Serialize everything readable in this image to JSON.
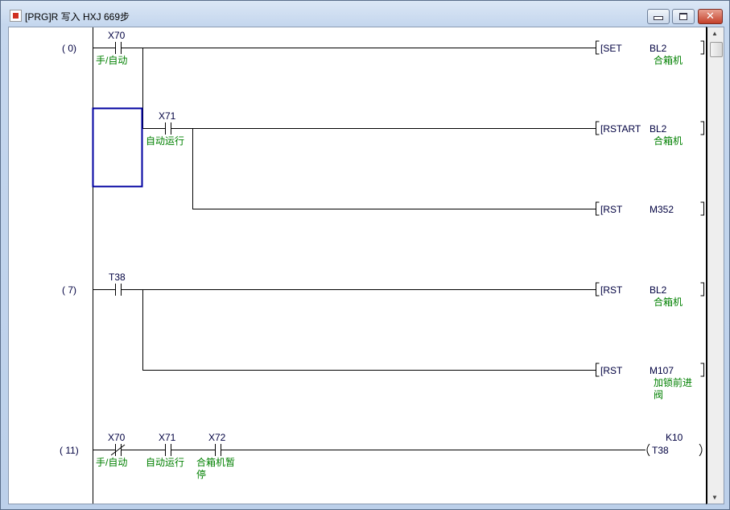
{
  "window": {
    "title": "[PRG]R 写入 HXJ 669步",
    "icon": "ladder-program-icon",
    "buttons": [
      "minimize",
      "maximize",
      "close"
    ],
    "close_label": "✕"
  },
  "rungs": [
    {
      "step": "(    0)",
      "contacts": [
        {
          "device": "X70",
          "comment": "手/自动",
          "type": "NO"
        }
      ],
      "outputs": [
        {
          "instr": "[SET",
          "operand": "BL2",
          "comment": "合箱机"
        }
      ]
    },
    {
      "contacts": [
        {
          "device": "X71",
          "comment": "自动运行",
          "type": "NO"
        }
      ],
      "outputs": [
        {
          "instr": "[RSTART",
          "operand": "BL2",
          "comment": "合箱机"
        },
        {
          "instr": "[RST",
          "operand": "M352",
          "comment": ""
        }
      ]
    },
    {
      "step": "(    7)",
      "contacts": [
        {
          "device": "T38",
          "comment": "",
          "type": "NO"
        }
      ],
      "outputs": [
        {
          "instr": "[RST",
          "operand": "BL2",
          "comment": "合箱机"
        },
        {
          "instr": "[RST",
          "operand": "M107",
          "comment": "加锁前进阀"
        }
      ]
    },
    {
      "step": "(   11)",
      "contacts": [
        {
          "device": "X70",
          "comment": "手/自动",
          "type": "NC"
        },
        {
          "device": "X71",
          "comment": "自动运行",
          "type": "NO"
        },
        {
          "device": "X72",
          "comment": "合箱机暂停",
          "type": "NO"
        }
      ],
      "outputs": [
        {
          "instr": "(",
          "operand": "T38",
          "setting": "K10",
          "close": ")"
        }
      ]
    }
  ],
  "bracket_close": "]",
  "colors": {
    "cursor": "#0000a0",
    "comment": "#008000",
    "text": "#000040"
  }
}
